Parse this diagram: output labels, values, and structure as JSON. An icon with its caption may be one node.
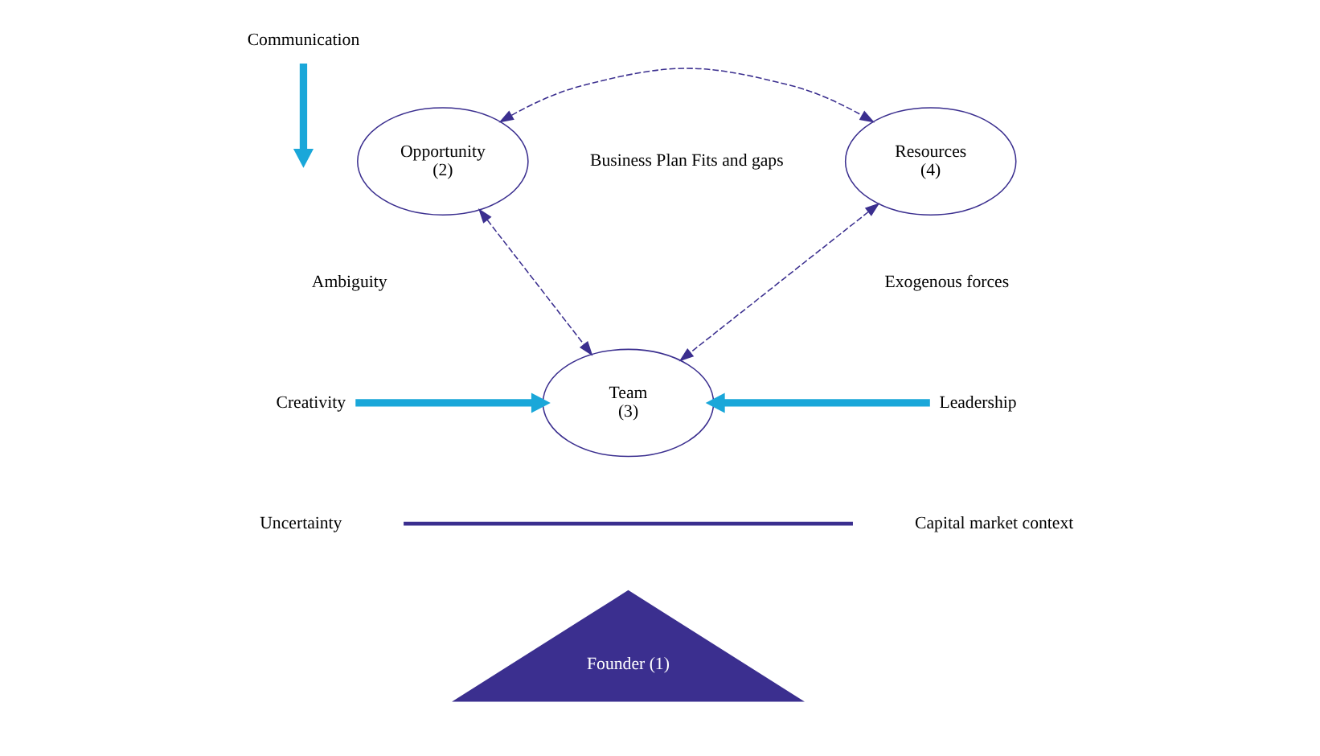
{
  "diagram": {
    "nodes": [
      {
        "text": [
          "Communication"
        ]
      },
      {
        "text": [
          "Opportunity",
          "(2)"
        ]
      },
      {
        "text": [
          "Resources",
          "(4)"
        ]
      },
      {
        "text": [
          "Creativity"
        ]
      },
      {
        "text": [
          "Team",
          "(3)"
        ]
      },
      {
        "text": [
          "Leadership"
        ]
      },
      {
        "text": [],
        "shape": "bar"
      },
      {
        "text": [
          "Founder (1)"
        ]
      }
    ],
    "edges": [
      {
        "from": 0,
        "to": null,
        "arrow": "to",
        "style": "thick",
        "color": "#1aa7d9"
      },
      {
        "from": 1,
        "to": 2,
        "arrow": "both",
        "style": "dashed",
        "color": "#3b2f8f"
      },
      {
        "from": 1,
        "to": 4,
        "arrow": "both",
        "style": "dashed",
        "color": "#3b2f8f"
      },
      {
        "from": 2,
        "to": 4,
        "arrow": "both",
        "style": "dashed",
        "color": "#3b2f8f"
      },
      {
        "from": 3,
        "to": 4,
        "arrow": "to",
        "style": "thick",
        "color": "#1aa7d9"
      },
      {
        "from": 5,
        "to": 4,
        "arrow": "to",
        "style": "thick",
        "color": "#1aa7d9"
      }
    ],
    "labels": [
      "Business Plan Fits and gaps",
      "Ambiguity",
      "Exogenous forces",
      "Uncertainty",
      "Capital market context"
    ]
  }
}
